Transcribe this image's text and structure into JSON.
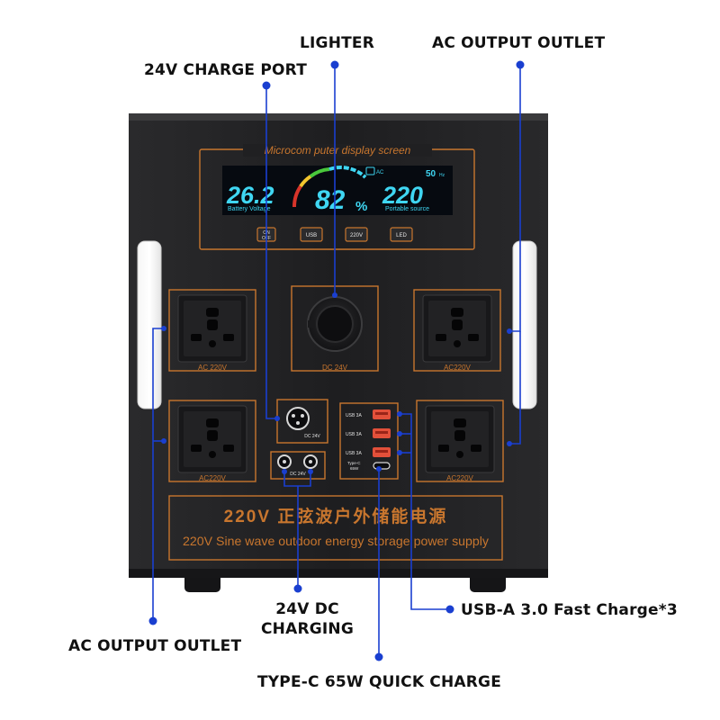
{
  "callouts": {
    "lighter": "LIGHTER",
    "ac_output_top": "AC OUTPUT OUTLET",
    "charge_port_24v": "24V CHARGE PORT",
    "dc_charging_line1": "24V DC",
    "dc_charging_line2": "CHARGING",
    "usb_a": "USB-A 3.0 Fast Charge*3",
    "ac_output_bottom": "AC OUTPUT OUTLET",
    "type_c": "TYPE-C 65W QUICK CHARGE"
  },
  "display": {
    "header": "Microcom puter display screen",
    "battery_voltage": "26.2",
    "battery_voltage_label": "Battery Voltage",
    "percent": "82",
    "percent_sign": "%",
    "ac_icon_label": "AC",
    "output_voltage": "220",
    "output_label": "Portable source",
    "frequency": "50",
    "frequency_unit": "Hz"
  },
  "buttons": {
    "on_off_top": "ON",
    "on_off_bottom": "OFF",
    "usb": "USB",
    "ac": "220V",
    "led": "LED"
  },
  "ports": {
    "ac_top_left": "AC 220V",
    "ac_top_right": "AC220V",
    "ac_bottom_left": "AC220V",
    "ac_bottom_right": "AC220V",
    "cigarette_lighter": "DC 24V",
    "charge_port": "DC 24V",
    "dc_output": "DC 24V",
    "usb_1": "USB 3A",
    "usb_2": "USB 3A",
    "usb_3": "USB 3A",
    "type_c_line1": "Type-C",
    "type_c_line2": "65W"
  },
  "banner": {
    "chinese": "220V  正弦波户外储能电源",
    "english": "220V Sine wave outdoor energy storage power supply"
  },
  "colors": {
    "body": "#202022",
    "body_top": "#2b2b2d",
    "accent_orange": "#c8762e",
    "lcd_cyan": "#3fd6f2",
    "lcd_bg": "#060a10",
    "callout_line": "#1a3fd0",
    "usb_red": "#e2503a"
  }
}
